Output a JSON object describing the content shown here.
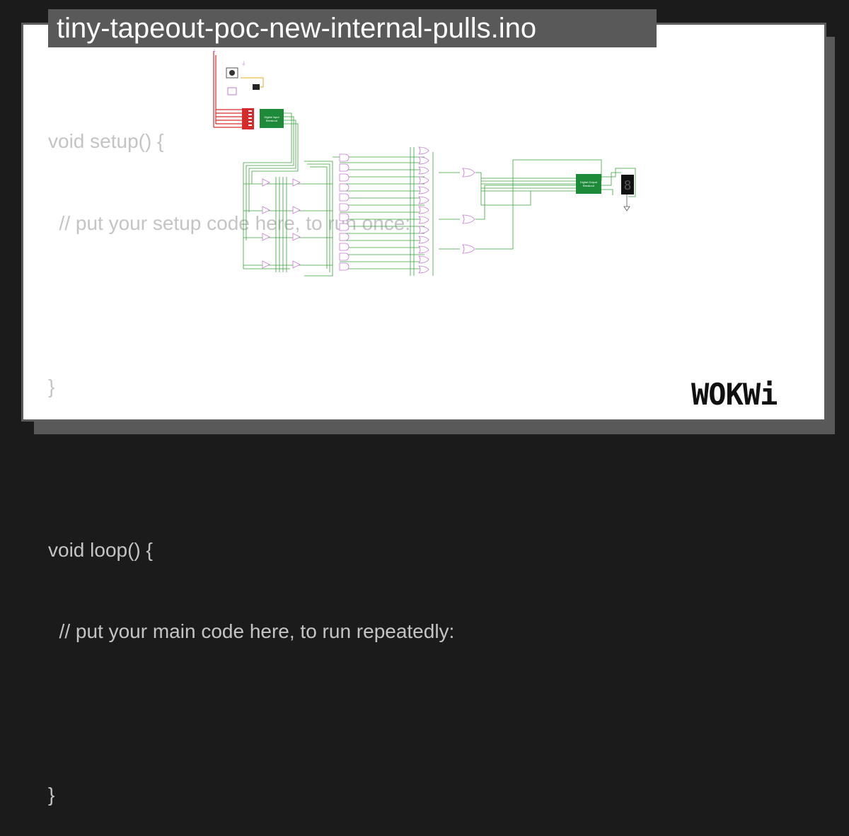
{
  "title": "tiny-tapeout-poc-new-internal-pulls.ino",
  "code_lines": [
    "void setup() {",
    "  // put your setup code here, to run once:",
    "",
    "}",
    "",
    "void loop() {",
    "  // put your main code here, to run repeatedly:",
    "",
    "}"
  ],
  "diagram": {
    "input_chip_label_1": "Digital Input",
    "input_chip_label_2": "Breakout",
    "output_chip_label_1": "Digital Output",
    "output_chip_label_2": "Breakout",
    "seven_segment_digit": "8",
    "wire_color": "#3aa23a",
    "gate_color": "#c77bd6",
    "power_wire_color": "#d62b2b",
    "chip_color": "#1d8a3a"
  },
  "logo": {
    "text": "WOKWi"
  }
}
